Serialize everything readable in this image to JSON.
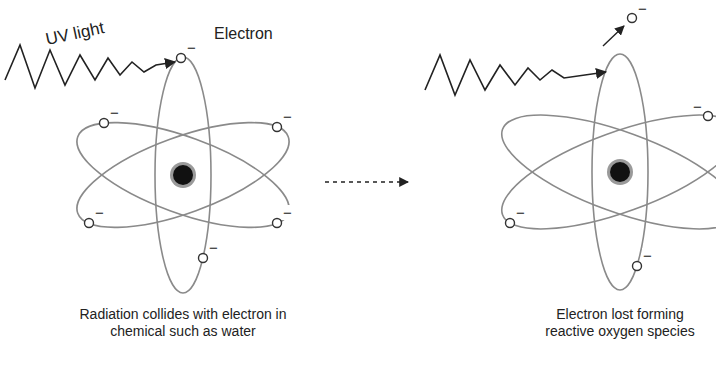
{
  "diagram": {
    "labels": [
      "UV light",
      "Electron",
      "−",
      "−",
      "−",
      "−",
      "−",
      "−",
      "Radiation collides with electron in chemical such as water",
      "−",
      "−",
      "−",
      "−",
      "Electron lost forming reactive oxygen species"
    ]
  }
}
